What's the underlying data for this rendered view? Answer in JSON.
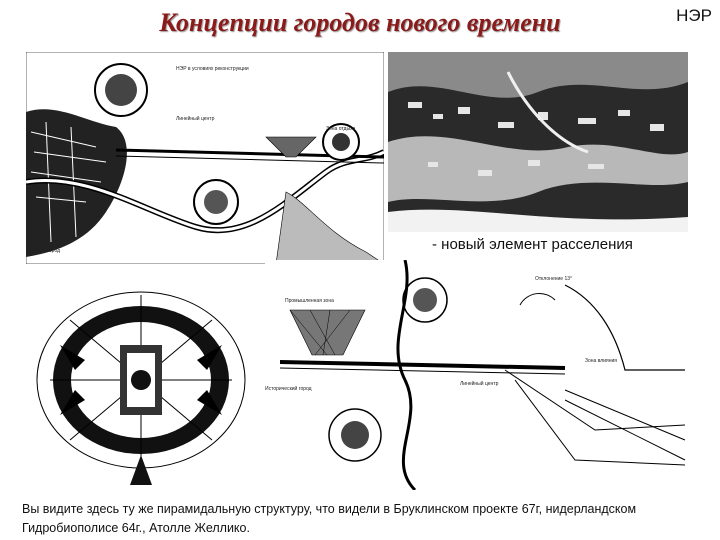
{
  "slide": {
    "title": "Концепции городов нового времени",
    "corner_label": "НЭР",
    "photo_caption": "- новый элемент расселения",
    "body_text": "Вы видите здесь ту же пирамидальную структуру, что видели в Бруклинском проекте 67г, нидерландском Гидробиополисе 64г., Атолле Желлико."
  }
}
